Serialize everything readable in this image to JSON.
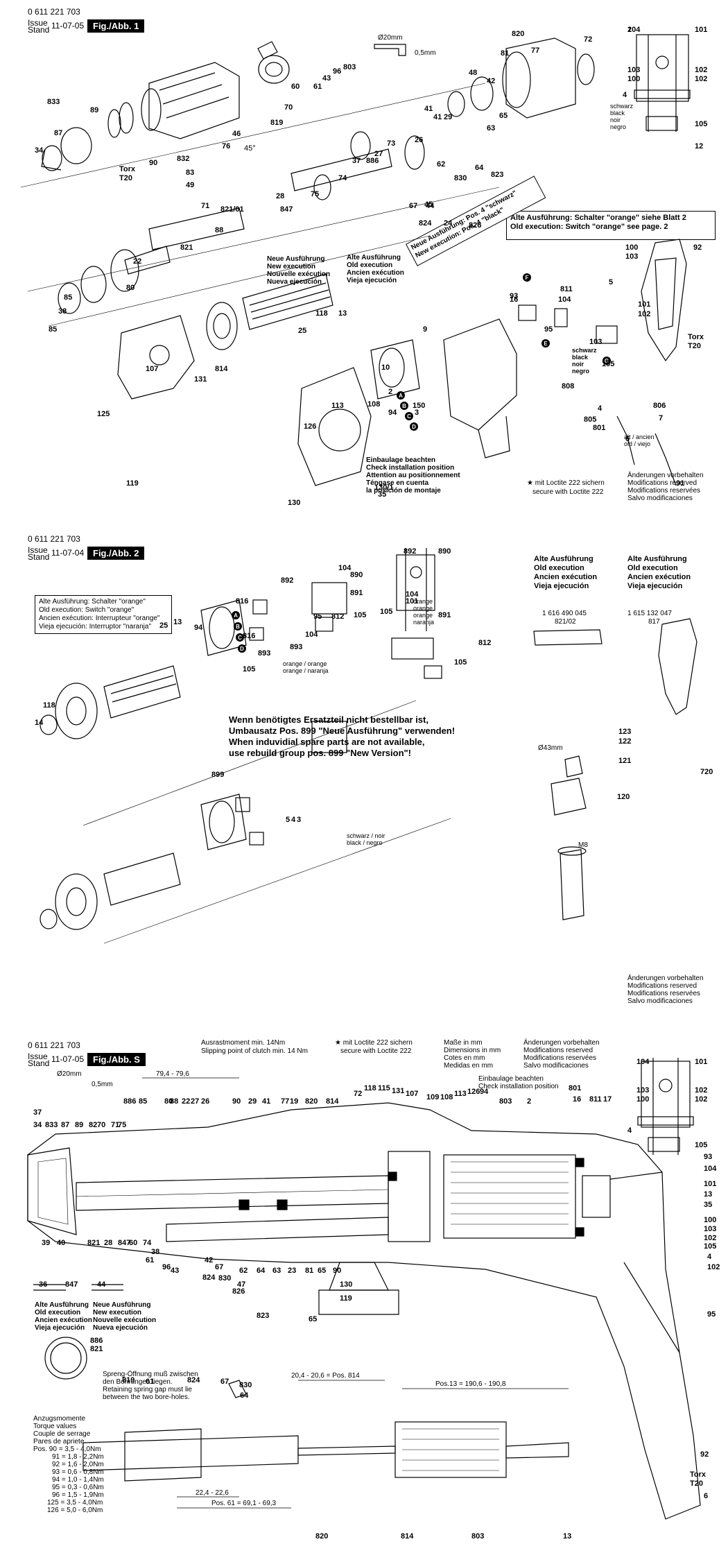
{
  "sheet1": {
    "part_number": "0 611 221 703",
    "issue_label": "Issue",
    "stand_label": "Stand",
    "date": "11-07-05",
    "fig_label": "Fig./Abb. 1",
    "dim_label_a": "Ø20mm",
    "dim_label_b": "0,5mm",
    "old_execution_lines": [
      "Alte Ausführung: Schalter \"orange\" siehe Blatt 2",
      "Old execution:     Switch \"orange\"  see page. 2"
    ],
    "new_execution_lines": [
      "Neue Ausführung: Pos. 4 \"schwarz\"",
      "New execution:     Pos. 4 \"black\""
    ],
    "install_note": [
      "Einbaulage beachten",
      "Check installation position",
      "Attention au positionnement",
      "Téngase en cuenta",
      "la posición de montaje"
    ],
    "new_exec_note": [
      "Neue Ausführung",
      "New execution",
      "Nouvelle exécution",
      "Nueva ejecución"
    ],
    "old_exec_note": [
      "Alte Ausführung",
      "Old execution",
      "Ancien exécution",
      "Vieja ejecución"
    ],
    "loctite_note": [
      "★ mit Loctite 222 sichern",
      "secure with Loctite 222"
    ],
    "modifications": [
      "Änderungen vorbehalten",
      "Modifications reserved",
      "Modifications reservées",
      "Salvo modificaciones"
    ],
    "wire_colors": [
      "schwarz",
      "black",
      "noir",
      "negro"
    ],
    "wire_colors_806": [
      "alt / ancien",
      "old / viejo"
    ],
    "torx": "Torx\nT20",
    "angle": "45°",
    "part_labels": [
      "104",
      "101",
      "103",
      "100",
      "102",
      "102",
      "105",
      "12",
      "4",
      "820",
      "72",
      "77",
      "81",
      "65",
      "48",
      "42",
      "41",
      "29",
      "41",
      "63",
      "823",
      "64",
      "830",
      "826",
      "62",
      "24",
      "44",
      "45",
      "67",
      "824",
      "27",
      "73",
      "26",
      "886",
      "37",
      "74",
      "75",
      "28",
      "847",
      "88",
      "71",
      "821/01",
      "821",
      "22",
      "80",
      "85",
      "38",
      "85",
      "833",
      "87",
      "89",
      "34",
      "46",
      "76",
      "832",
      "83",
      "49",
      "90",
      "70",
      "60",
      "61",
      "43",
      "96",
      "819",
      "803",
      "25",
      "13",
      "118",
      "131",
      "107",
      "125",
      "119",
      "814",
      "2",
      "94",
      "108",
      "113",
      "126",
      "130",
      "130/1",
      "35",
      "10",
      "9",
      "808",
      "801",
      "805",
      "5",
      "93",
      "16",
      "811",
      "104",
      "100",
      "103",
      "101",
      "102",
      "95",
      "103",
      "105",
      "4",
      "6",
      "806",
      "7",
      "92",
      "91",
      "150",
      "3",
      "2"
    ]
  },
  "sheet2": {
    "part_number": "0 611 221 703",
    "issue_label": "Issue",
    "stand_label": "Stand",
    "date": "11-07-04",
    "fig_label": "Fig./Abb. 2",
    "old_switch_box": [
      "Alte Ausführung:   Schalter \"orange\"",
      "Old execution:      Switch \"orange\"",
      "Ancien exécution:  Interrupteur \"orange\"",
      "Vieja ejecución:   Interruptor \"naranja\""
    ],
    "notice": [
      "Wenn benötigtes Ersatzteil nicht bestellbar ist,",
      "Umbausatz Pos. 899 \"Neue Ausführung\" verwenden!",
      "When induvidial spare parts are not available,",
      "use rebuild group pos. 899 \"New Version\"!"
    ],
    "old_exec_col1": [
      "Alte Ausführung",
      "Old execution",
      "Ancien exécution",
      "Vieja ejecución"
    ],
    "old_exec_col2": [
      "Alte Ausführung",
      "Old execution",
      "Ancien exécution",
      "Vieja ejecución"
    ],
    "spare_a": "1 616 490 045",
    "spare_a_pos": "821/02",
    "spare_b": "1 615 132 047",
    "spare_b_pos": "817",
    "orange_label": [
      "orange / orange",
      "orange / naranja"
    ],
    "orange_stack": [
      "orange",
      "orange",
      "orange",
      "naranja"
    ],
    "black_label": [
      "schwarz / noir",
      "black / negro"
    ],
    "dia43": "Ø43mm",
    "m8": "M8",
    "modifications": [
      "Änderungen vorbehalten",
      "Modifications reserved",
      "Modifications reservées",
      "Salvo modificaciones"
    ],
    "part_labels": [
      "892",
      "890",
      "104",
      "101",
      "891",
      "812",
      "105",
      "105",
      "104",
      "892",
      "816",
      "816",
      "893",
      "890",
      "891",
      "105",
      "812",
      "95",
      "104",
      "893",
      "25",
      "13",
      "94",
      "105",
      "118",
      "14",
      "899",
      "123",
      "122",
      "121",
      "720",
      "120",
      "5",
      "4",
      "3"
    ]
  },
  "sheet3": {
    "part_number": "0 611 221 703",
    "issue_label": "Issue",
    "stand_label": "Stand",
    "date": "11-07-05",
    "fig_label": "Fig./Abb. S",
    "clutch": [
      "Ausrastmoment min. 14Nm",
      "Slipping point of clutch min. 14 Nm"
    ],
    "loctite": [
      "★ mit Loctite 222 sichern",
      "secure with Loctite 222"
    ],
    "dims_note": [
      "Maße in mm",
      "Dimensions in mm",
      "Cotes en mm",
      "Medidas en mm"
    ],
    "modifications": [
      "Änderungen vorbehalten",
      "Modifications reserved",
      "Modifications reservées",
      "Salvo modificaciones"
    ],
    "install": [
      "Einbaulage beachten",
      "Check installation position"
    ],
    "dim_79": "79,4 - 79,6",
    "dim_20mm": "Ø20mm",
    "dim_05": "0,5mm",
    "new_exec": [
      "Neue Ausführung",
      "New execution",
      "Nouvelle exécution",
      "Nueva ejecución"
    ],
    "old_exec": [
      "Alte Ausführung",
      "Old execution",
      "Ancien exécution",
      "Vieja ejecución"
    ],
    "spring_note": [
      "Spreng-Öffnung muß zwischen",
      "den Bohrungen liegen.",
      "Retaining spring gap must lie",
      "between the two bore-holes."
    ],
    "torque_title": [
      "Anzugsmomente",
      "Torque values",
      "Couple de serrage",
      "Pares de apriete"
    ],
    "torques": [
      "Pos. 90 = 3,5 - 4,0Nm",
      "91 = 1,8 - 2,2Nm",
      "92 = 1,6 - 2,0Nm",
      "93 = 0,6 - 0,8Nm",
      "94 = 1,0 - 1,4Nm",
      "95 = 0,3 - 0,6Nm",
      "96 = 1,5 - 1,9Nm",
      "125 = 3,5 - 4,0Nm",
      "126 = 5,0 - 6,0Nm"
    ],
    "dim_814": "20,4 - 20,6 = Pos. 814",
    "dim_13": "Pos.13 = 190,6 - 190,8",
    "dim_22": "22,4 - 22,6",
    "dim_61": "Pos. 61 = 69,1 - 69,3",
    "torx": "Torx T20",
    "part_labels": [
      "104",
      "101",
      "103",
      "102",
      "100",
      "102",
      "105",
      "4",
      "37",
      "886",
      "85",
      "80",
      "88",
      "22",
      "27",
      "26",
      "90",
      "29",
      "41",
      "77",
      "19",
      "820",
      "814",
      "72",
      "118",
      "115",
      "131",
      "107",
      "109",
      "108",
      "113",
      "126",
      "94",
      "801",
      "16",
      "811",
      "17",
      "34",
      "833",
      "87",
      "89",
      "82",
      "70",
      "71",
      "75",
      "803",
      "2",
      "93",
      "104",
      "101",
      "13",
      "35",
      "39",
      "40",
      "821",
      "28",
      "847",
      "60",
      "74",
      "100",
      "103",
      "102",
      "105",
      "4",
      "102",
      "38",
      "61",
      "96",
      "43",
      "42",
      "67",
      "62",
      "64",
      "63",
      "23",
      "81",
      "65",
      "90",
      "47",
      "36",
      "847",
      "44",
      "824",
      "830",
      "826",
      "823",
      "130",
      "119",
      "65",
      "95",
      "886",
      "821",
      "819",
      "61",
      "824",
      "67",
      "830",
      "64",
      "820",
      "814",
      "803",
      "13",
      "92",
      "6"
    ]
  }
}
